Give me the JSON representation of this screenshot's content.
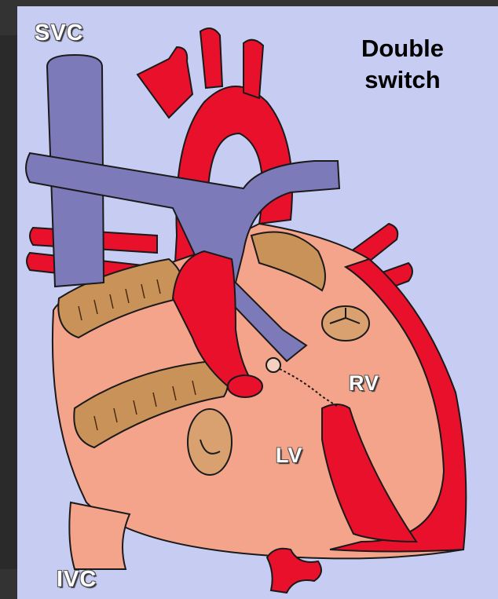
{
  "title": {
    "line1": "Double",
    "line2": "switch"
  },
  "labels": {
    "svc": "SVC",
    "ivc": "IVC",
    "rv": "RV",
    "lv": "LV"
  },
  "colors": {
    "background": "#c7cdf2",
    "frame": "#333333",
    "aorta_red": "#e8102a",
    "vein_blue": "#7c7ab8",
    "heart_pink": "#f4a48a",
    "baffle_tan": "#c99258",
    "valve_tan": "#d9a070"
  }
}
